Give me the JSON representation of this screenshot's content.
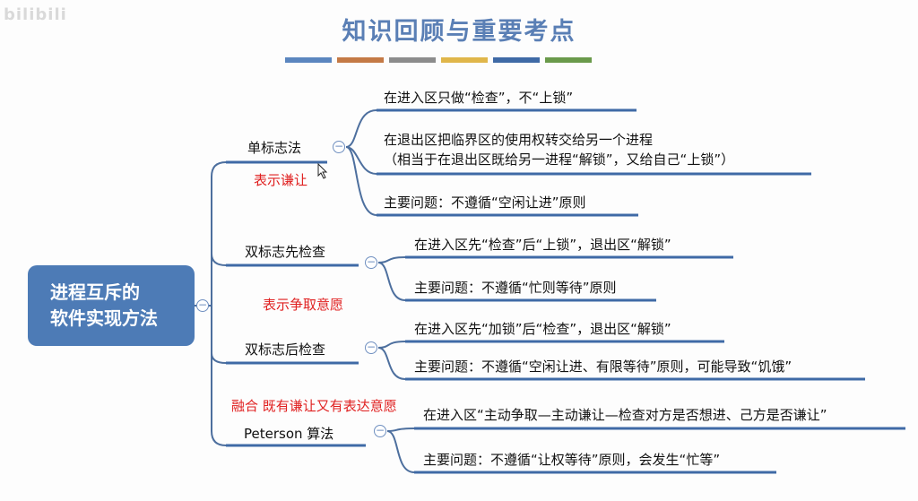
{
  "watermark": "bilibili",
  "title": "知识回顾与重要考点",
  "title_bar_colors": [
    "#5b86bf",
    "#c47a46",
    "#8c8c8c",
    "#e0b64a",
    "#3f6aa6",
    "#6a9a4b"
  ],
  "root": {
    "line1": "进程互斥的",
    "line2": "软件实现方法"
  },
  "toggle_symbol": "−",
  "branches": [
    {
      "label": "单标志法",
      "annotation": "表示谦让",
      "children": [
        {
          "text": "在进入区只做“检查”，不“上锁”"
        },
        {
          "text": "在退出区把临界区的使用权转交给另一个进程",
          "text2": "（相当于在退出区既给另一进程“解锁”，又给自己“上锁”）"
        },
        {
          "text": "主要问题：不遵循“空闲让进”原则"
        }
      ]
    },
    {
      "label": "双标志先检查",
      "annotation": "表示争取意愿",
      "children": [
        {
          "text": "在进入区先“检查”后“上锁”，退出区“解锁”"
        },
        {
          "text": "主要问题：不遵循“忙则等待”原则"
        }
      ]
    },
    {
      "label": "双标志后检查",
      "children": [
        {
          "text": "在进入区先“加锁”后“检查”，退出区“解锁”"
        },
        {
          "text": "主要问题：不遵循“空闲让进、有限等待”原则，可能导致“饥饿”"
        }
      ]
    },
    {
      "label": "Peterson 算法",
      "annotation": "融合 既有谦让又有表达意愿",
      "children": [
        {
          "text": "在进入区“主动争取—主动谦让—检查对方是否想进、己方是否谦让”"
        },
        {
          "text": "主要问题：不遵循“让权等待”原则，会发生“忙等”"
        }
      ]
    }
  ]
}
